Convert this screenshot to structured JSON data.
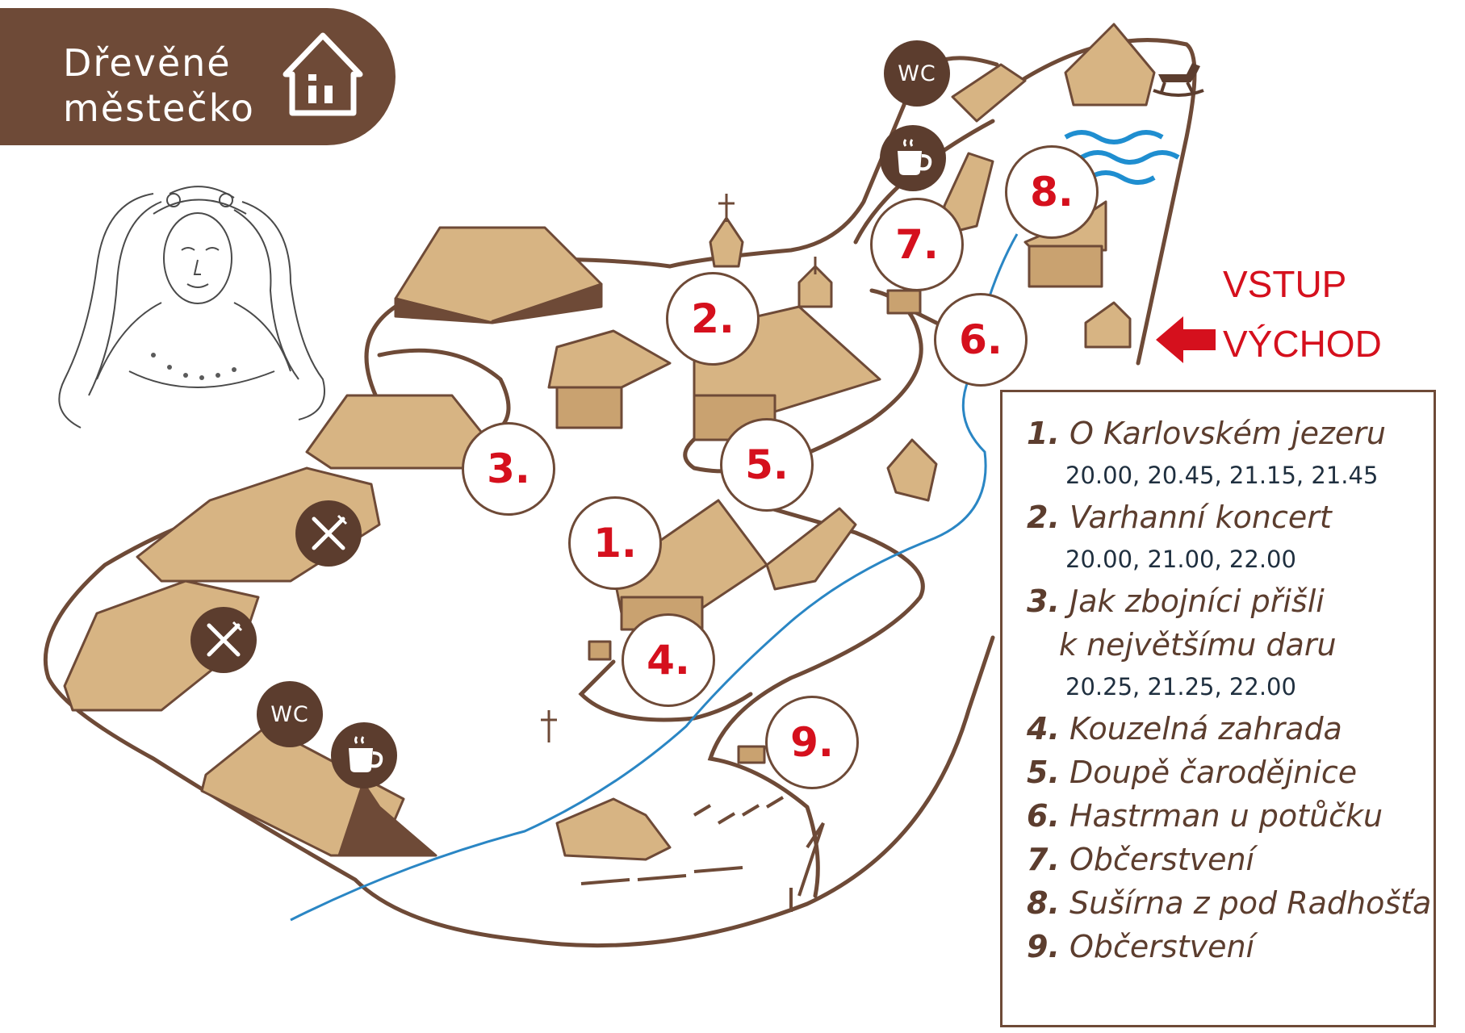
{
  "title": {
    "line1": "Dřevěné",
    "line2": "městečko",
    "icon": "house-icon"
  },
  "portrait": {
    "icon": "water-nymph-drawing"
  },
  "colors": {
    "brand_brown": "#6e4a37",
    "wood": "#d7b483",
    "marker_red": "#d5101d",
    "water_blue": "#2a86c4"
  },
  "markers": [
    "1.",
    "2.",
    "3.",
    "4.",
    "5.",
    "6.",
    "7.",
    "8.",
    "9."
  ],
  "facilities": {
    "wc_label": "WC",
    "cafe_icon": "coffee-cup-icon",
    "restaurant_icon": "fork-knife-icon",
    "rocking_horse_icon": "rocking-horse-icon"
  },
  "entrance": {
    "line1": "VSTUP",
    "line2": "VÝCHOD",
    "icon": "arrow-left-icon"
  },
  "legend": {
    "items": [
      {
        "num": "1.",
        "name": "O Karlovském jezeru",
        "times": "20.00, 20.45, 21.15, 21.45"
      },
      {
        "num": "2.",
        "name": "Varhanní koncert",
        "times": "20.00, 21.00, 22.00"
      },
      {
        "num": "3.",
        "name": "Jak zbojníci přišli",
        "name2": "k největšímu daru",
        "times": "20.25, 21.25, 22.00"
      },
      {
        "num": "4.",
        "name": "Kouzelná zahrada"
      },
      {
        "num": "5.",
        "name": "Doupě čarodějnice"
      },
      {
        "num": "6.",
        "name": "Hastrman u potůčku"
      },
      {
        "num": "7.",
        "name": "Občerstvení"
      },
      {
        "num": "8.",
        "name": "Sušírna z pod Radhošťa"
      },
      {
        "num": "9.",
        "name": "Občerstvení"
      }
    ]
  }
}
